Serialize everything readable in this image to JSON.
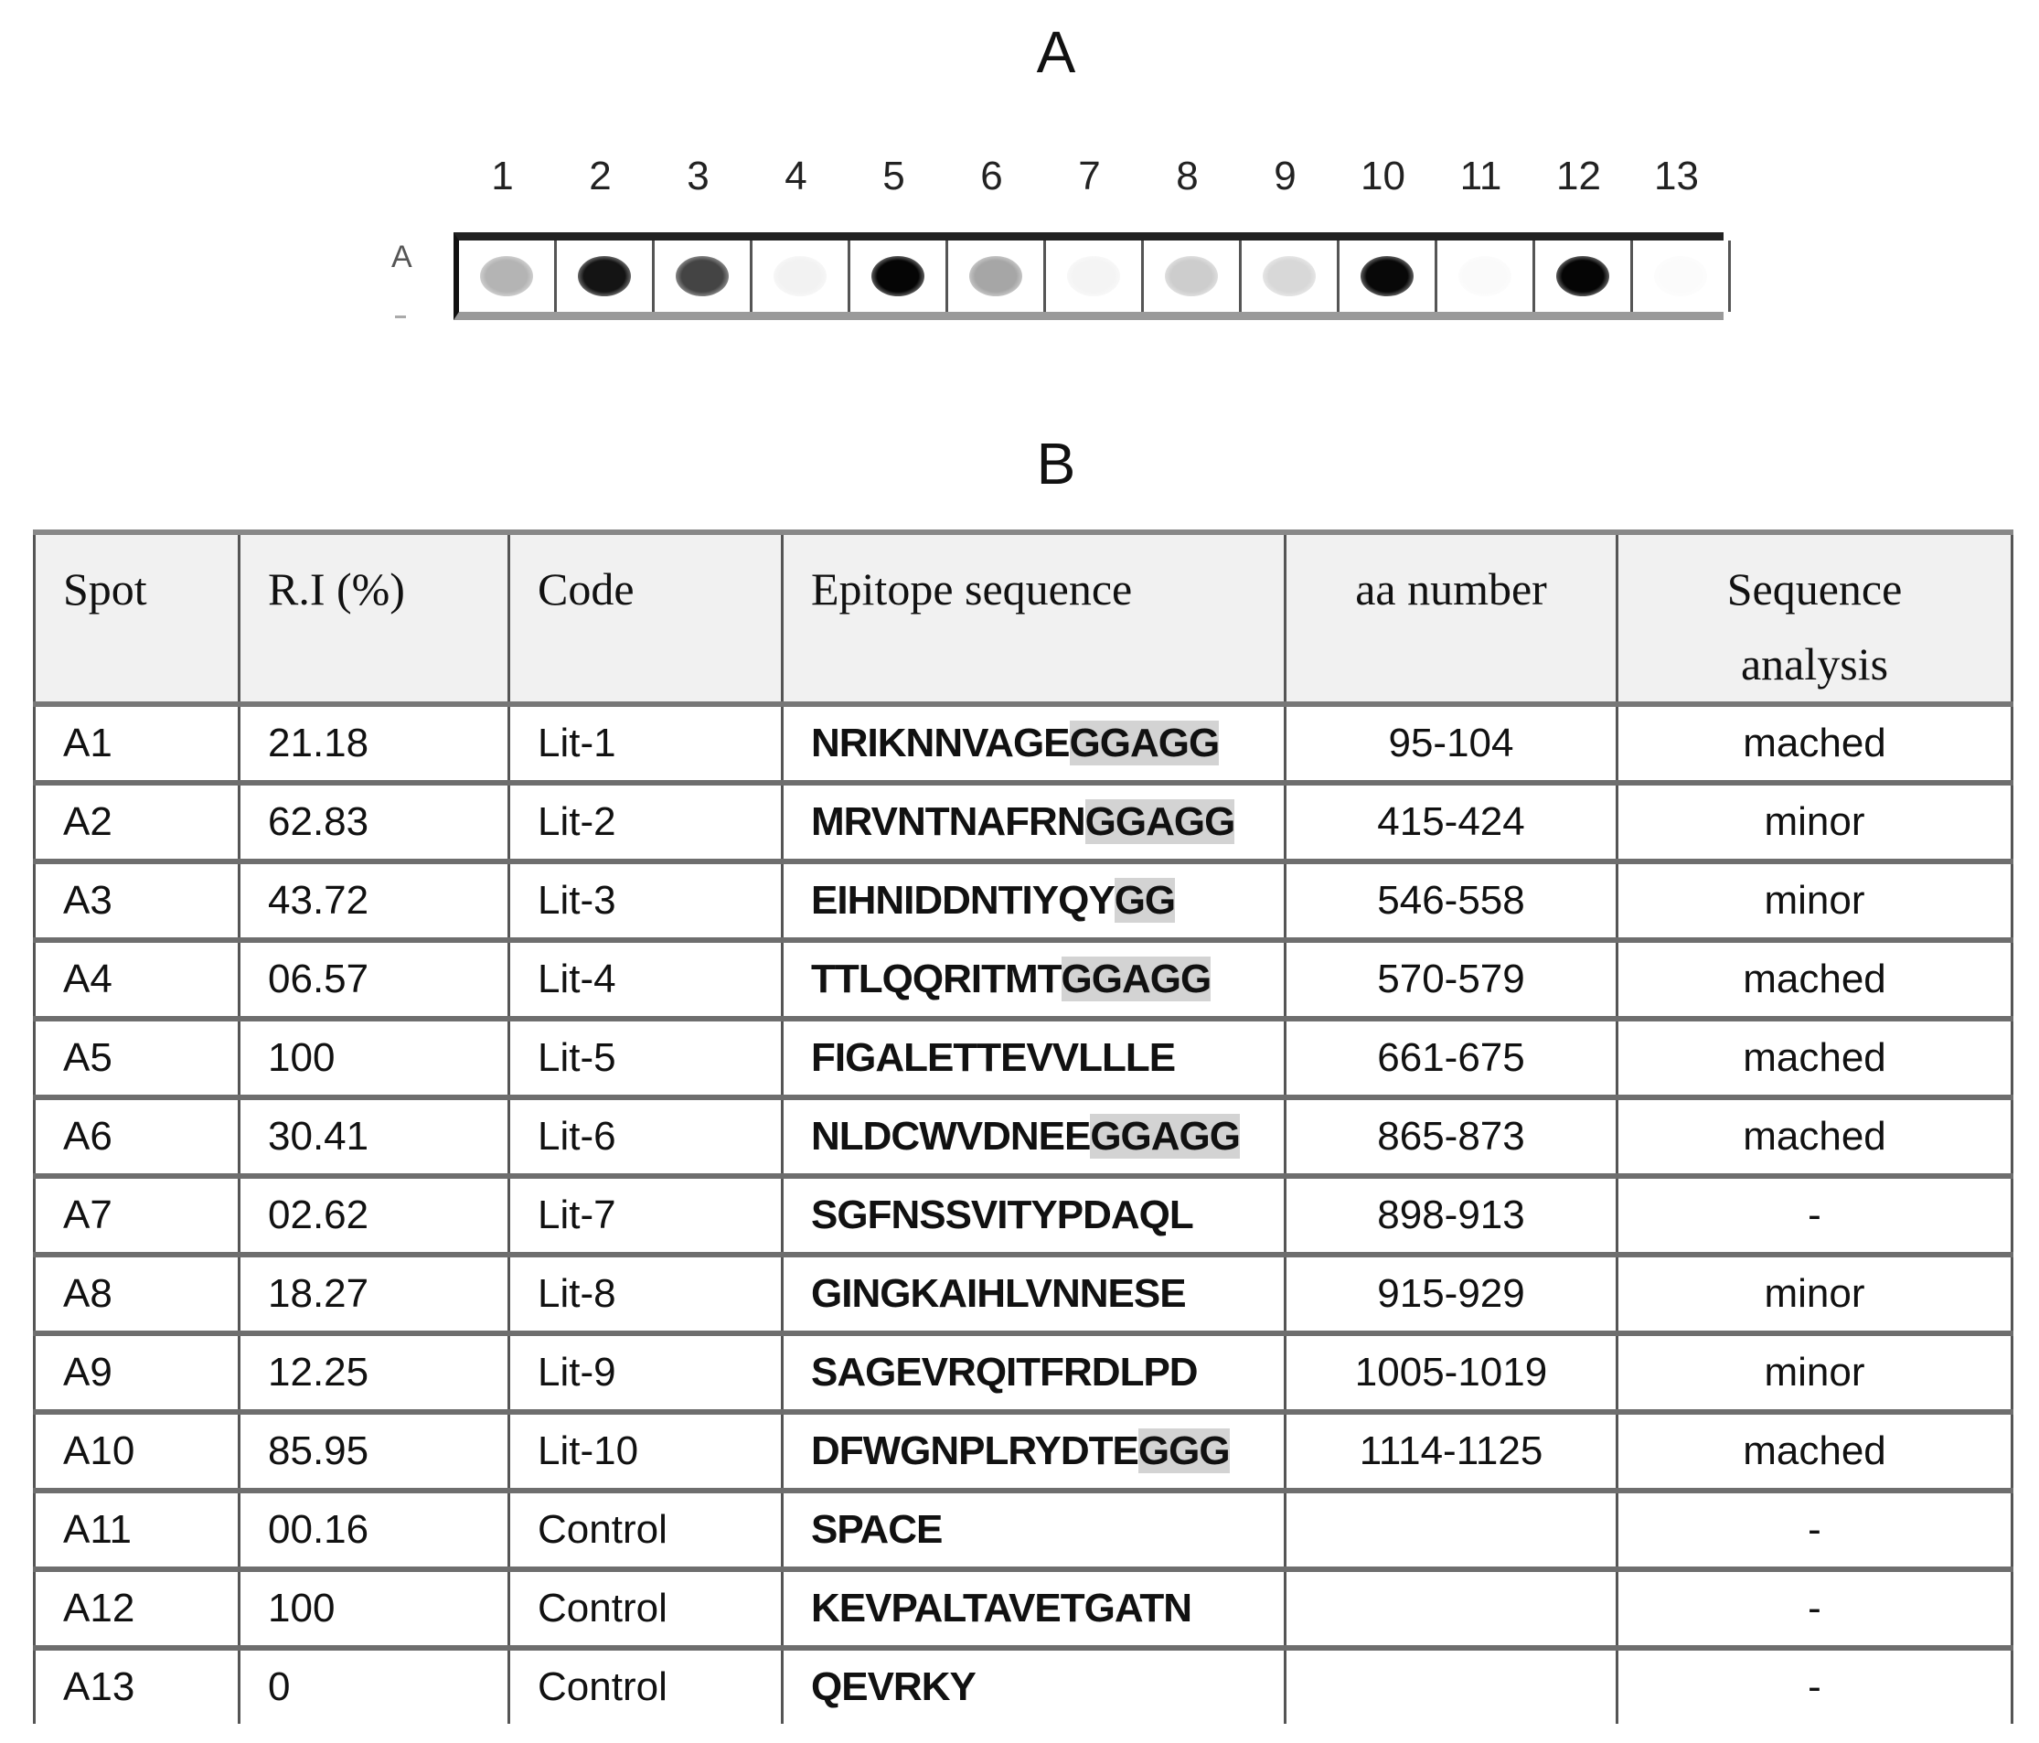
{
  "panel_a": {
    "title": "A",
    "row_label": "A",
    "lanes": [
      "1",
      "2",
      "3",
      "4",
      "5",
      "6",
      "7",
      "8",
      "9",
      "10",
      "11",
      "12",
      "13"
    ],
    "spot_intensity": [
      "#b4b4b4",
      "#141414",
      "#444444",
      "#f2f2f2",
      "#050505",
      "#a6a6a6",
      "#f4f4f4",
      "#cdcdcd",
      "#d8d8d8",
      "#080808",
      "#fafafa",
      "#050505",
      "#fbfbfb"
    ]
  },
  "panel_b": {
    "title": "B",
    "headers": {
      "spot": "Spot",
      "ri": "R.I (%)",
      "code": "Code",
      "epitope": "Epitope sequence",
      "aa": "aa number",
      "analysis_line1": "Sequence",
      "analysis_line2": "analysis"
    },
    "rows": [
      {
        "spot": "A1",
        "ri": "21.18",
        "code": "Lit-1",
        "seq_plain": "NRIKNNVAGE",
        "seq_hl": "GGAGG",
        "aa": "95-104",
        "analysis": "mached"
      },
      {
        "spot": "A2",
        "ri": "62.83",
        "code": "Lit-2",
        "seq_plain": "MRVNTNAFRN",
        "seq_hl": "GGAGG",
        "aa": "415-424",
        "analysis": "minor"
      },
      {
        "spot": "A3",
        "ri": "43.72",
        "code": "Lit-3",
        "seq_plain": "EIHNIDDNTIYQY",
        "seq_hl": "GG",
        "aa": "546-558",
        "analysis": "minor"
      },
      {
        "spot": "A4",
        "ri": "06.57",
        "code": "Lit-4",
        "seq_plain": "TTLQQRITMT",
        "seq_hl": "GGAGG",
        "aa": "570-579",
        "analysis": "mached"
      },
      {
        "spot": "A5",
        "ri": "100",
        "code": "Lit-5",
        "seq_plain": "FIGALETTEVVLLLE",
        "seq_hl": "",
        "aa": "661-675",
        "analysis": "mached"
      },
      {
        "spot": "A6",
        "ri": "30.41",
        "code": "Lit-6",
        "seq_plain": "NLDCWVDNEE",
        "seq_hl": "GGAGG",
        "aa": "865-873",
        "analysis": "mached"
      },
      {
        "spot": "A7",
        "ri": "02.62",
        "code": "Lit-7",
        "seq_plain": "SGFNSSVITYPDAQL",
        "seq_hl": "",
        "aa": "898-913",
        "analysis": "-"
      },
      {
        "spot": "A8",
        "ri": "18.27",
        "code": "Lit-8",
        "seq_plain": "GINGKAIHLVNNESE",
        "seq_hl": "",
        "aa": "915-929",
        "analysis": "minor"
      },
      {
        "spot": "A9",
        "ri": "12.25",
        "code": "Lit-9",
        "seq_plain": "SAGEVRQITFRDLPD",
        "seq_hl": "",
        "aa": "1005-1019",
        "analysis": "minor"
      },
      {
        "spot": "A10",
        "ri": "85.95",
        "code": "Lit-10",
        "seq_plain": "DFWGNPLRYDTE",
        "seq_hl": "GGG",
        "aa": "1114-1125",
        "analysis": "mached"
      },
      {
        "spot": "A11",
        "ri": "00.16",
        "code": "Control",
        "seq_plain": "SPACE",
        "seq_hl": "",
        "aa": "",
        "analysis": "-"
      },
      {
        "spot": "A12",
        "ri": "100",
        "code": "Control",
        "seq_plain": "KEVPALTAVETGATN",
        "seq_hl": "",
        "aa": "",
        "analysis": "-"
      },
      {
        "spot": "A13",
        "ri": "0",
        "code": "Control",
        "seq_plain": "QEVRKY",
        "seq_hl": "",
        "aa": "",
        "analysis": "-"
      }
    ]
  }
}
